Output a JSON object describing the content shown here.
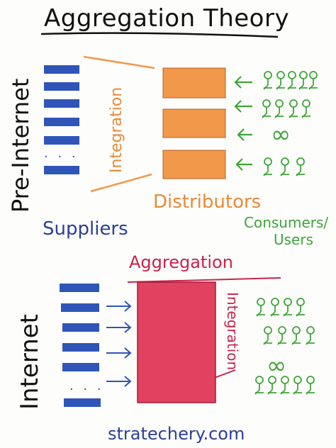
{
  "title": "Aggregation Theory",
  "top": {
    "section_label": "Pre-Internet",
    "integration_label": "Integration",
    "distributors_label": "Distributors",
    "suppliers_label": "Suppliers",
    "consumers_label_line1": "Consumers/",
    "consumers_label_line2": "Users",
    "ellipsis": ". . .",
    "infinity": "∞"
  },
  "bottom": {
    "section_label": "Internet",
    "aggregation_label": "Aggregation",
    "integration_label": "Integration",
    "ellipsis": ". . .",
    "infinity": "∞"
  },
  "footer": "stratechery.com",
  "colors": {
    "supplier_blue": "#2f55b8",
    "distributor_orange": "#f2984a",
    "aggregator_red": "#e0425f",
    "user_green": "#3fa53a",
    "ink": "#111111"
  }
}
